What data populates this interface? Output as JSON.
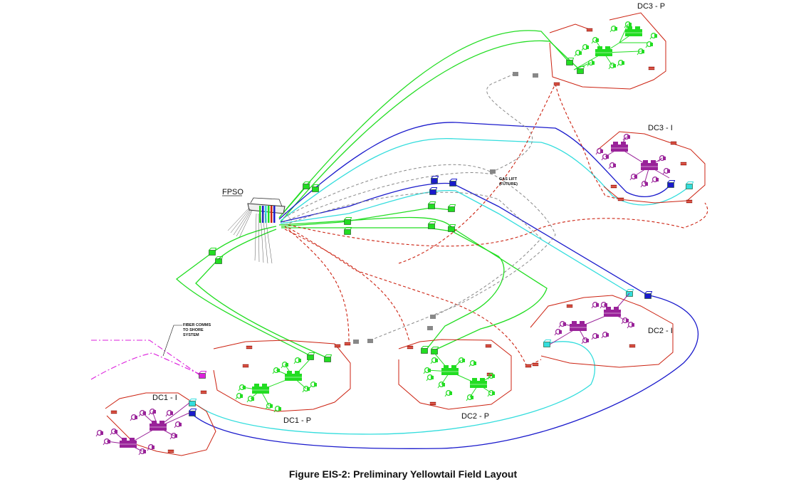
{
  "figure": {
    "caption": "Figure EIS-2: Preliminary Yellowtail Field Layout"
  },
  "labels": {
    "fpso": "FPSO",
    "dc3_p": "DC3 - P",
    "dc3_i": "DC3 - I",
    "gas_lift_1": "GAS LIFT",
    "gas_lift_2": "(FUTURE)",
    "fiber_1": "FIBER COMMS",
    "fiber_2": "TO SHORE",
    "fiber_3": "SYSTEM",
    "dc2_i": "DC2 - I",
    "dc1_i": "DC1 - I",
    "dc1_p": "DC1 - P",
    "dc2_p": "DC2 - P"
  },
  "colors": {
    "production": "#22dd22",
    "injection_cyan": "#33dddd",
    "injection_blue": "#1a1acc",
    "umbilical_red": "#cc2211",
    "gas_lift_gray": "#888888",
    "fiber_magenta": "#dd22dd",
    "injector_well": "#992299"
  }
}
